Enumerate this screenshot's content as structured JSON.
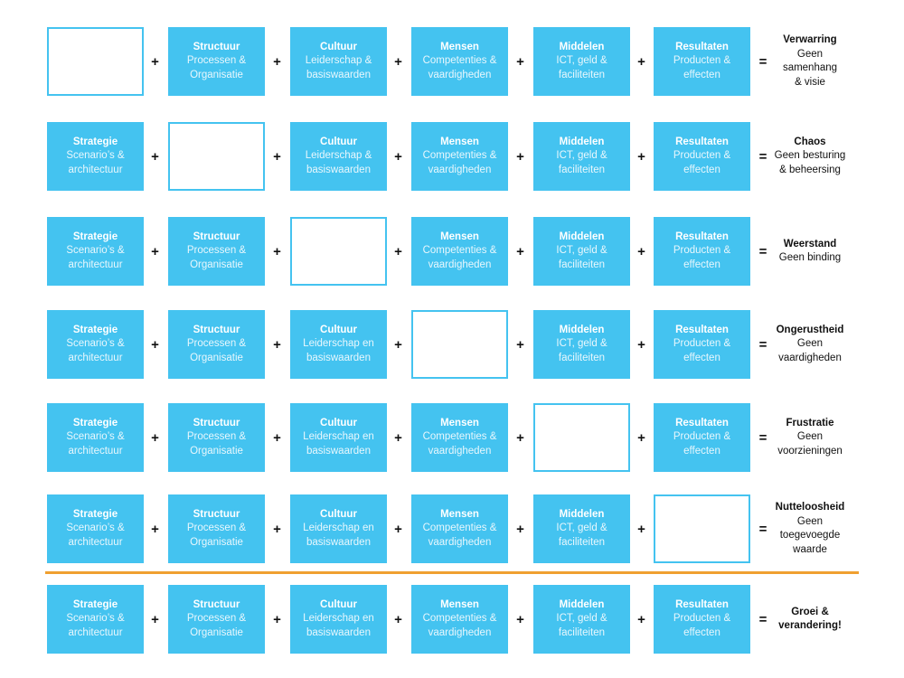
{
  "colors": {
    "box_fill": "#44c3f0",
    "box_text": "#ffffff",
    "separator": "#f0a030",
    "text": "#111111"
  },
  "operators": {
    "plus": "+",
    "equals": "="
  },
  "components": [
    {
      "title": "Strategie",
      "lines": [
        "Scenario’s &",
        "architectuur"
      ]
    },
    {
      "title": "Structuur",
      "lines": [
        "Processen &",
        "Organisatie"
      ]
    },
    {
      "title": "Cultuur",
      "lines": [
        "Leiderschap &",
        "basiswaarden"
      ]
    },
    {
      "title": "Mensen",
      "lines": [
        "Competenties &",
        "vaardigheden"
      ]
    },
    {
      "title": "Middelen",
      "lines": [
        "ICT, geld &",
        "faciliteiten"
      ]
    },
    {
      "title": "Resultaten",
      "lines": [
        "Producten &",
        "effecten"
      ]
    }
  ],
  "rows": [
    {
      "missing": 0,
      "outcome": {
        "title": "Verwarring",
        "lines": [
          "Geen samenhang",
          "& visie"
        ]
      }
    },
    {
      "missing": 1,
      "outcome": {
        "title": "Chaos",
        "lines": [
          "Geen besturing",
          "& beheersing"
        ]
      }
    },
    {
      "missing": 2,
      "component_overrides": {
        "2": {
          "lines": [
            "Leiderschap en",
            "basiswaarden"
          ]
        }
      },
      "outcome": {
        "title": "Weerstand",
        "lines": [
          "Geen binding"
        ]
      }
    },
    {
      "missing": 3,
      "component_overrides": {
        "2": {
          "lines": [
            "Leiderschap en",
            "basiswaarden"
          ]
        }
      },
      "outcome": {
        "title": "Ongerustheid",
        "lines": [
          "Geen",
          "vaardigheden"
        ]
      }
    },
    {
      "missing": 4,
      "component_overrides": {
        "2": {
          "lines": [
            "Leiderschap en",
            "basiswaarden"
          ]
        }
      },
      "outcome": {
        "title": "Frustratie",
        "lines": [
          "Geen",
          "voorzieningen"
        ]
      }
    },
    {
      "missing": 5,
      "component_overrides": {
        "2": {
          "lines": [
            "Leiderschap en",
            "basiswaarden"
          ]
        }
      },
      "outcome": {
        "title": "Nutteloosheid",
        "lines": [
          "Geen",
          "toegevoegde",
          "waarde"
        ]
      }
    },
    {
      "missing": -1,
      "component_overrides": {
        "2": {
          "lines": [
            "Leiderschap en",
            "basiswaarden"
          ]
        }
      },
      "outcome": {
        "title": "Groei &",
        "title2": "verandering!",
        "lines": []
      }
    }
  ]
}
